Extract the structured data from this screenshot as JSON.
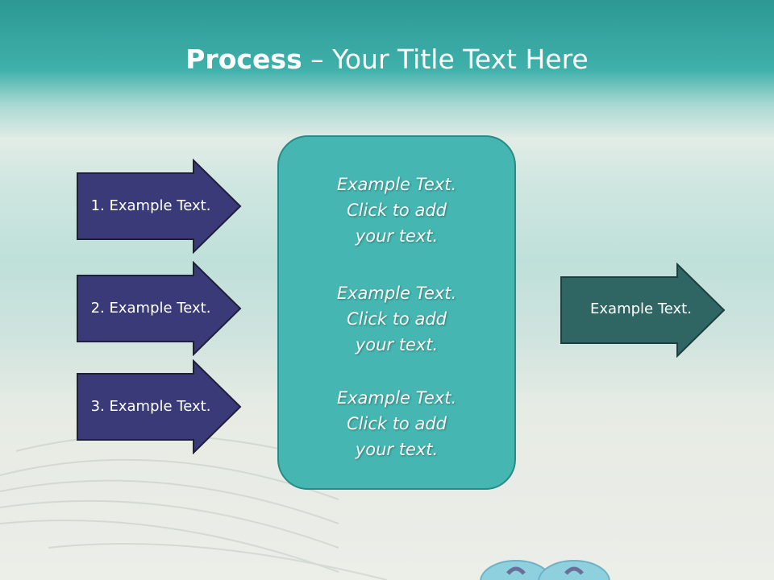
{
  "slide": {
    "title_bold": "Process",
    "title_rest": " – Your Title Text Here"
  },
  "left_arrows": [
    {
      "label": "1. Example Text."
    },
    {
      "label": "2. Example Text."
    },
    {
      "label": "3. Example Text."
    }
  ],
  "center_box": {
    "blocks": [
      {
        "text": "Example Text.\nClick  to add\nyour text."
      },
      {
        "text": "Example Text.\nClick  to add\nyour text."
      },
      {
        "text": "Example Text.\nClick  to add\nyour text."
      }
    ]
  },
  "right_arrow": {
    "label": "Example Text."
  },
  "colors": {
    "header": "#3aa8a3",
    "left_arrow_fill": "#3a3a78",
    "right_arrow_fill": "#2f6664",
    "box_fill": "#45b6b1"
  }
}
